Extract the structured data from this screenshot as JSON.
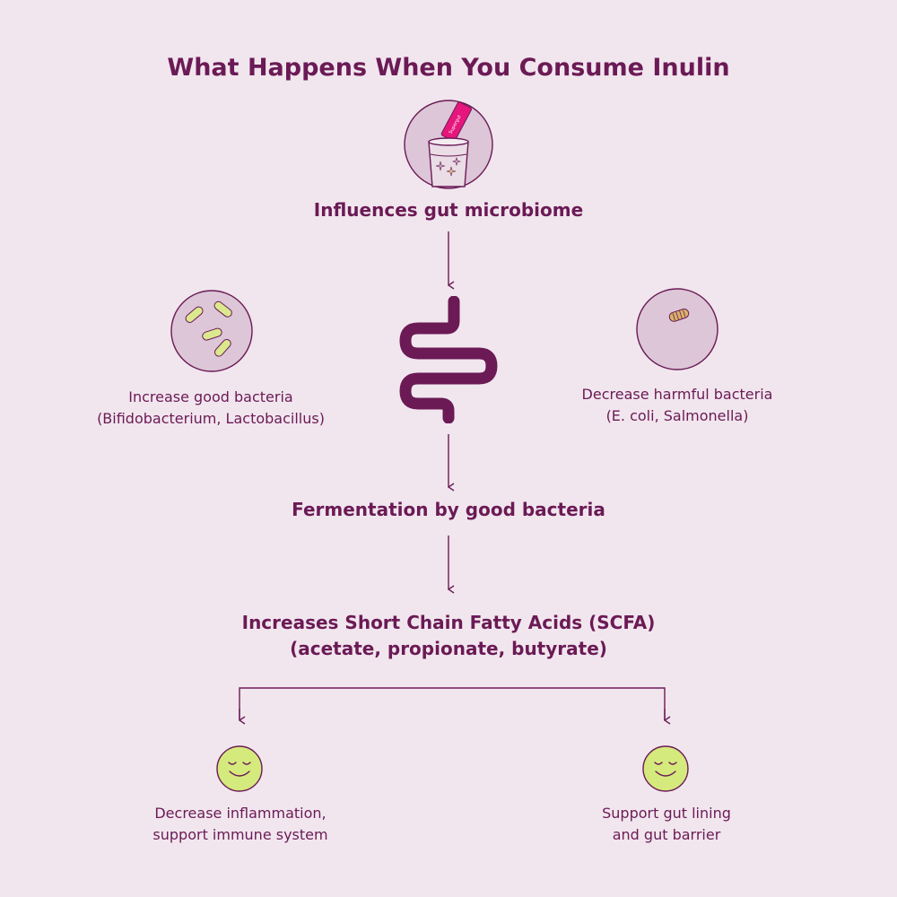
{
  "title": "What Happens When You Consume Inulin",
  "steps": {
    "microbiome": "Influences gut microbiome",
    "fermentation": "Fermentation by good bacteria",
    "scfa_line1": "Increases Short Chain Fatty Acids (SCFA)",
    "scfa_line2": "(acetate, propionate, butyrate)"
  },
  "left_branch": {
    "line1": "Increase good bacteria",
    "line2": "(Bifidobacterium, Lactobacillus)"
  },
  "right_branch": {
    "line1": "Decrease harmful bacteria",
    "line2": "(E. coli, Salmonella)"
  },
  "outcomes": {
    "left_line1": "Decrease inflammation,",
    "left_line2": "support immune system",
    "right_line1": "Support gut lining",
    "right_line2": "and gut barrier"
  },
  "packet_label": "Supergut",
  "colors": {
    "background": "#f1e6ee",
    "primary": "#6b1a55",
    "circle_fill": "#dcc6d7",
    "bacteria_good": "#dbe88e",
    "smiley": "#d5ea7c",
    "packet": "#e6167c"
  }
}
